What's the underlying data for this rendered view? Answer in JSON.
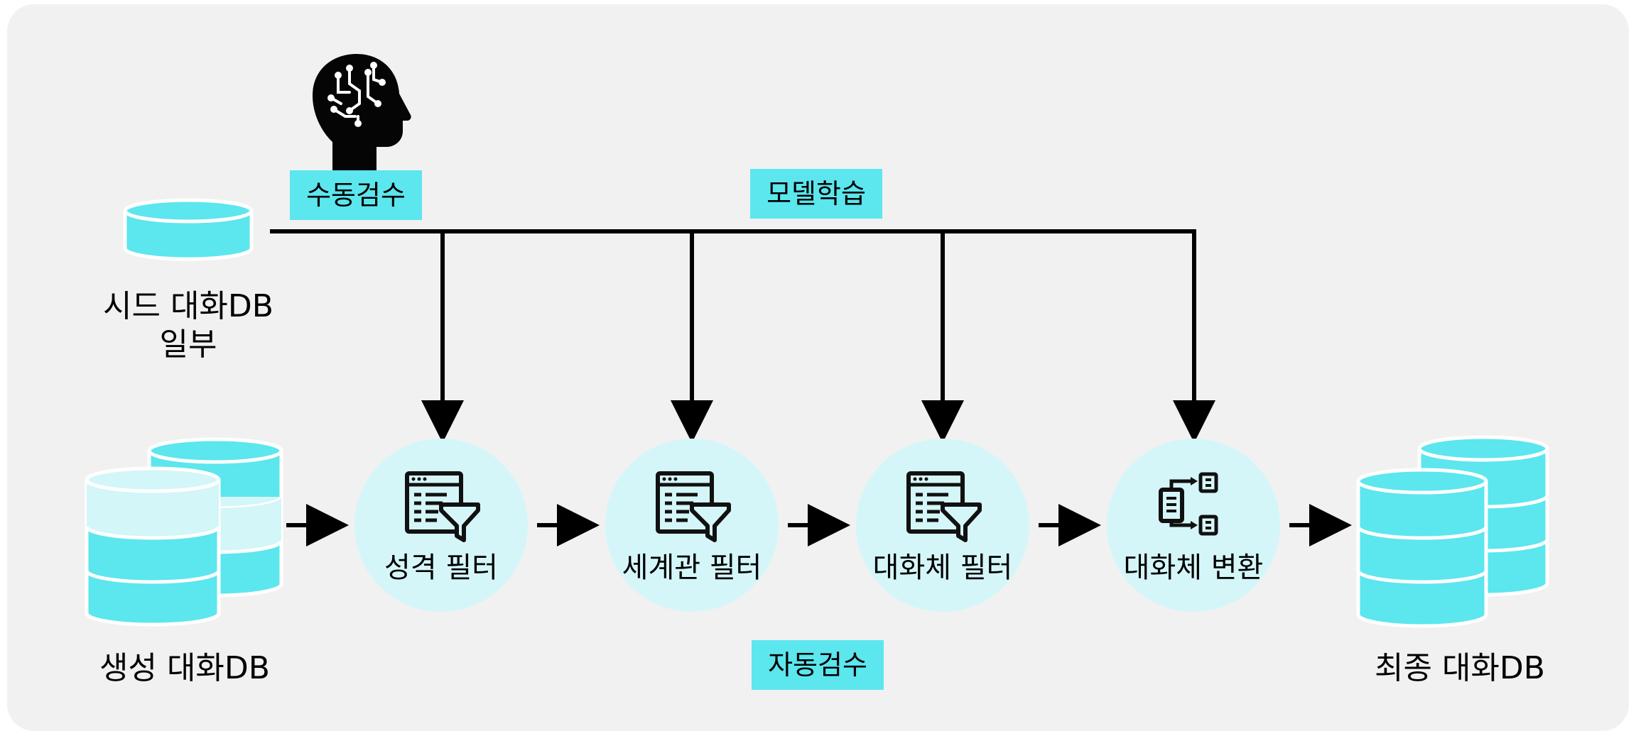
{
  "colors": {
    "panel_background": "#f1f1f1",
    "accent_cyan": "#5ce6ee",
    "light_cyan": "#d3f6f8",
    "node_circle": "#d5f6f8",
    "line": "#000000",
    "icon": "#111111"
  },
  "icons": {
    "ai_head": "ai-head-icon",
    "seed_db": "database-icon",
    "generated_db": "database-stack-icon",
    "final_db": "database-stack-icon",
    "filter": "document-filter-icon",
    "transform": "document-transform-icon"
  },
  "labels": {
    "manual_review": "수동검수",
    "model_training": "모델학습",
    "automatic_review": "자동검수",
    "seed_db_line1": "시드 대화DB",
    "seed_db_line2": "일부",
    "generated_db": "생성 대화DB",
    "final_db": "최종 대화DB"
  },
  "nodes": [
    {
      "label": "성격 필터",
      "icon": "document-filter-icon"
    },
    {
      "label": "세계관 필터",
      "icon": "document-filter-icon"
    },
    {
      "label": "대화체 필터",
      "icon": "document-filter-icon"
    },
    {
      "label": "대화체 변환",
      "icon": "document-transform-icon"
    }
  ]
}
